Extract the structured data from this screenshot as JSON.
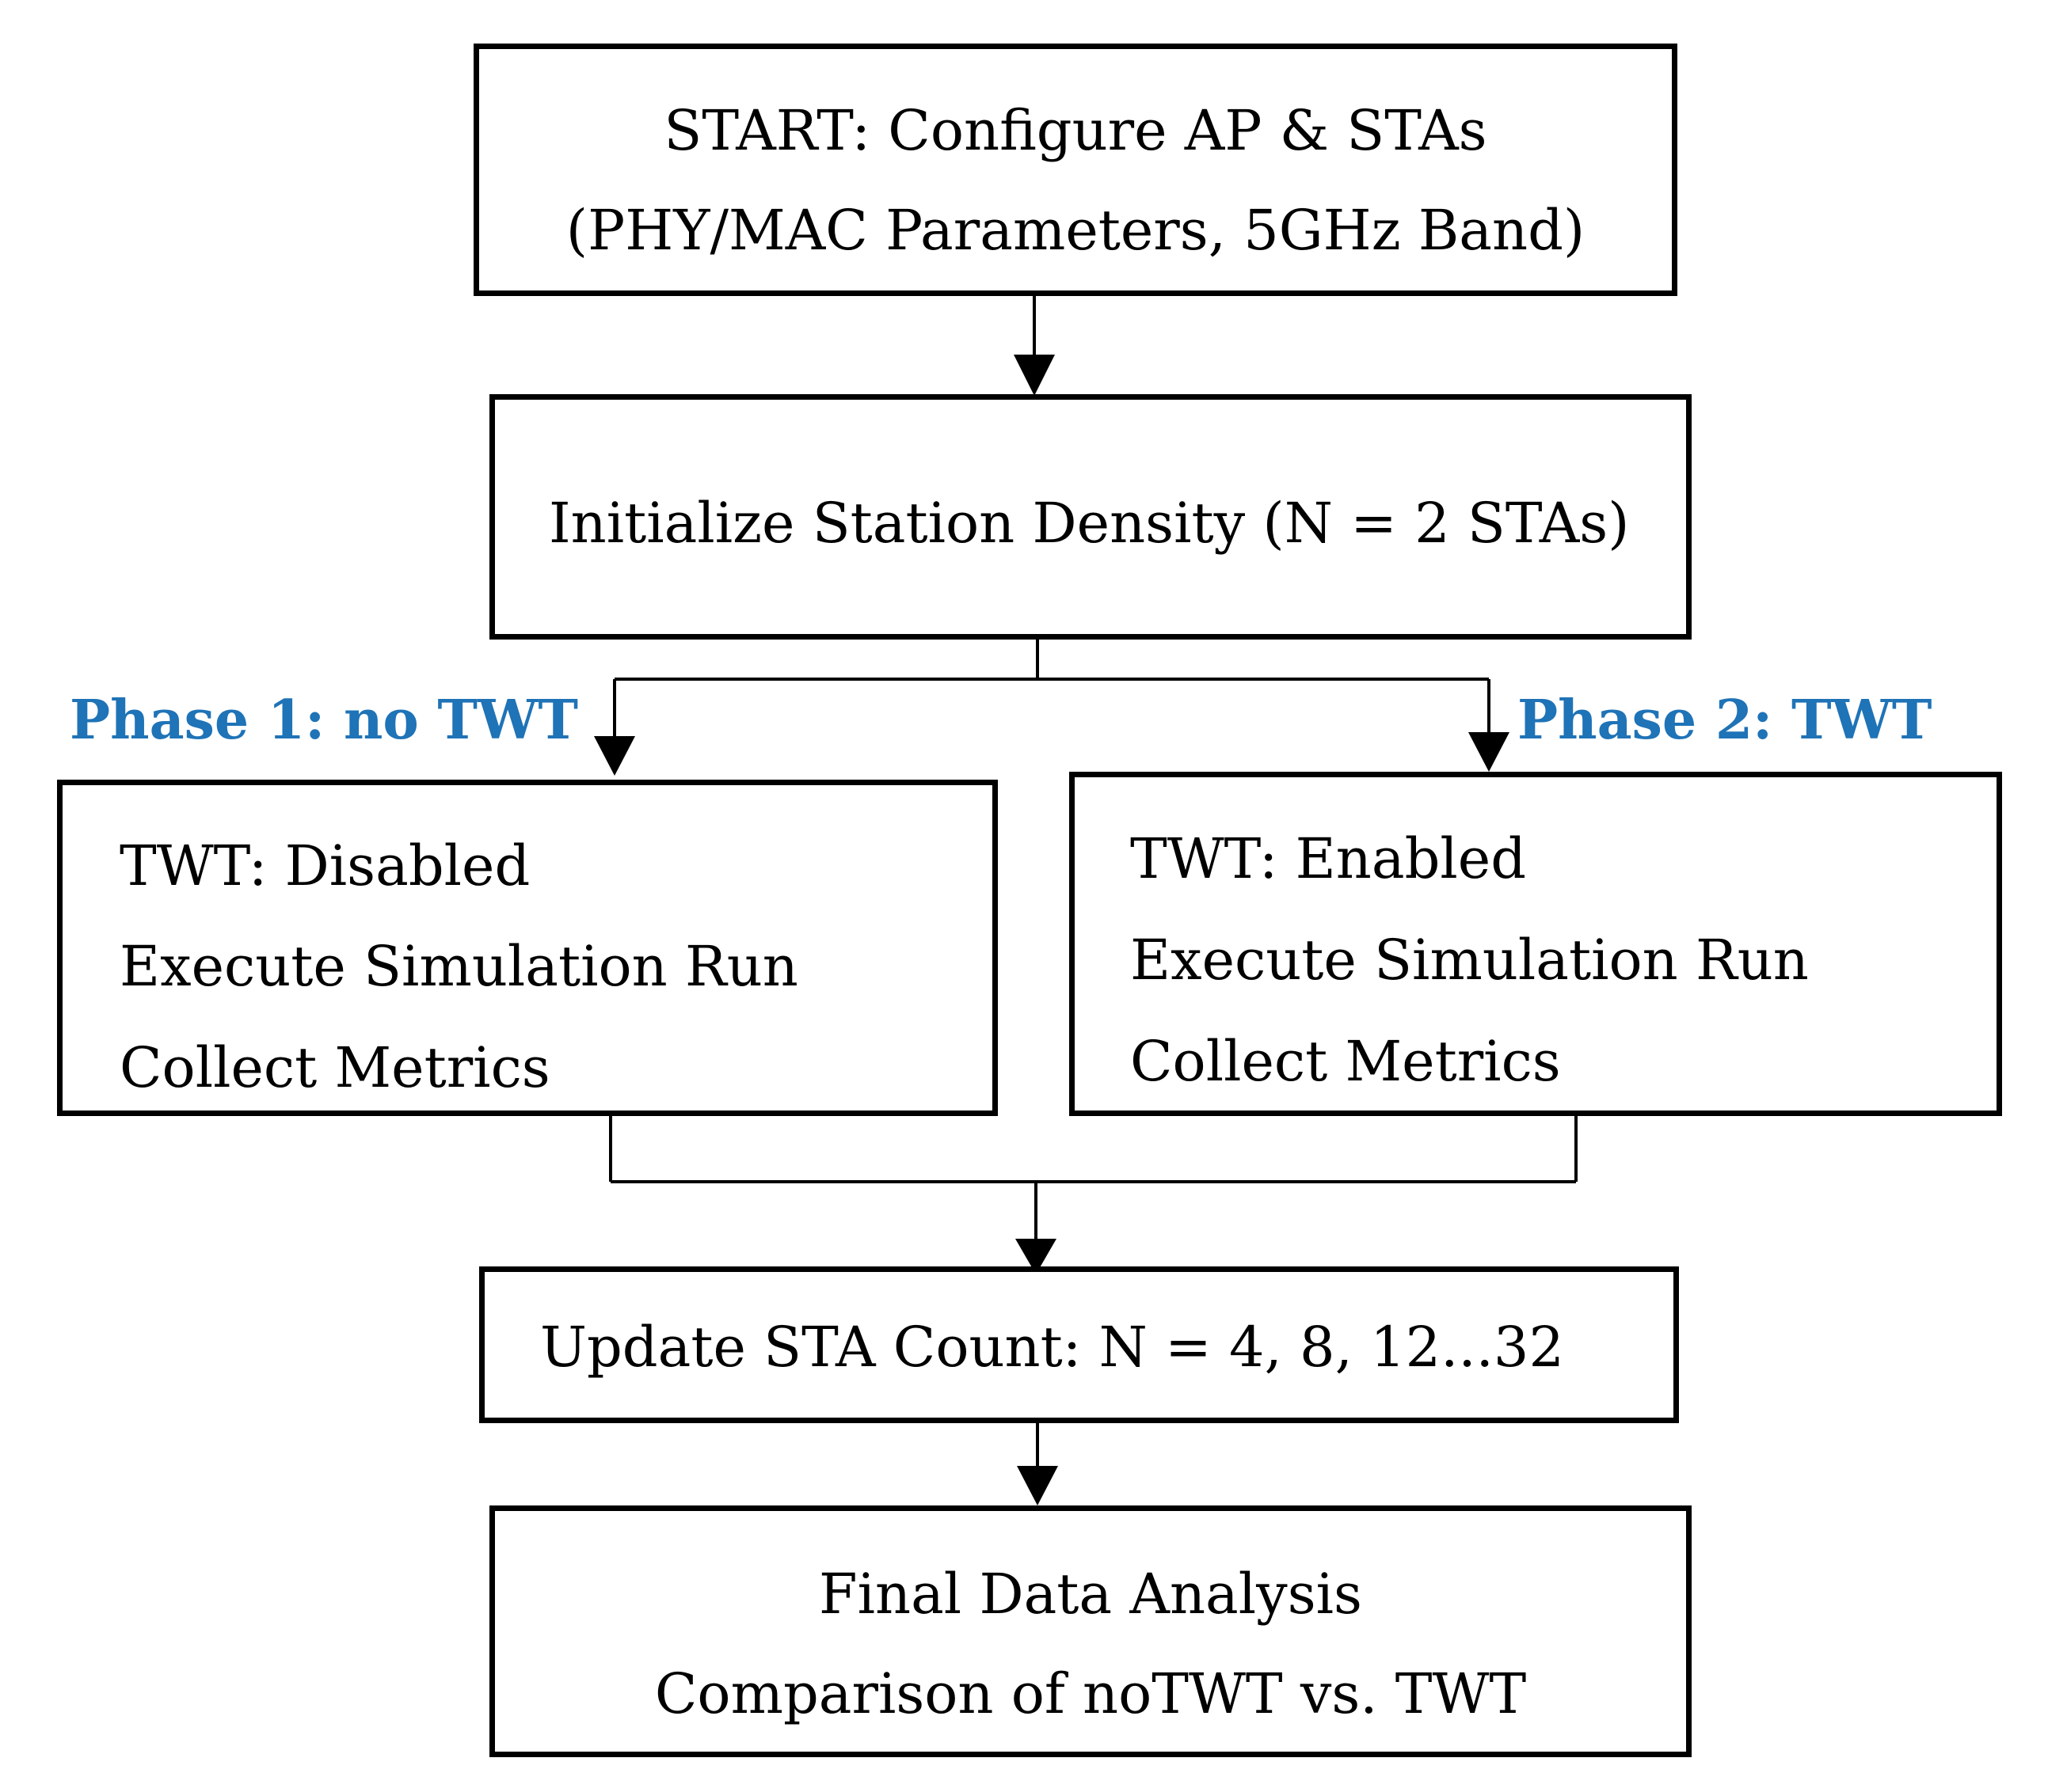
{
  "colors": {
    "phase_label": "#1f73b7",
    "stroke": "#000000"
  },
  "nodes": {
    "start": {
      "line1": "START: Configure AP & STAs",
      "line2": "(PHY/MAC Parameters, 5GHz Band)"
    },
    "init": {
      "line1": "Initialize Station Density (N = 2 STAs)"
    },
    "phase1": {
      "label": "Phase 1: no TWT",
      "line1": "TWT: Disabled",
      "line2": "Execute Simulation Run",
      "line3": "Collect Metrics"
    },
    "phase2": {
      "label": "Phase 2: TWT",
      "line1": "TWT: Enabled",
      "line2": "Execute Simulation Run",
      "line3": "Collect Metrics"
    },
    "update": {
      "line1": "Update STA Count: N = 4, 8, 12...32"
    },
    "final": {
      "line1": "Final Data Analysis",
      "line2": "Comparison of noTWT vs. TWT"
    }
  },
  "edges": [
    {
      "from": "start",
      "to": "init"
    },
    {
      "from": "init",
      "to": "phase1"
    },
    {
      "from": "init",
      "to": "phase2"
    },
    {
      "from": "phase1",
      "to": "update"
    },
    {
      "from": "phase2",
      "to": "update"
    },
    {
      "from": "update",
      "to": "final"
    }
  ]
}
